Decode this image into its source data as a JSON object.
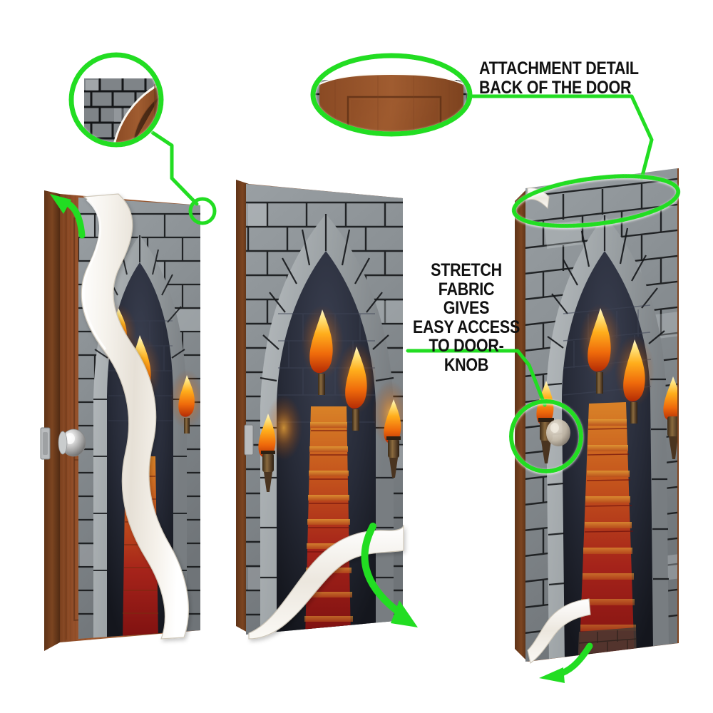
{
  "page": {
    "title": "Door Cover Product Infographic",
    "background": "#ffffff",
    "accent_green": "#22dd22",
    "text_color": "#111111",
    "wood_color": "#9a5227",
    "fabric_color": "#f2efe9",
    "stone_color": "#8d9196"
  },
  "callouts": {
    "attachment": {
      "line1": "ATTACHMENT DETAIL",
      "line2": "BACK OF THE DOOR",
      "text": "ATTACHMENT DETAIL\nBACK OF THE DOOR"
    },
    "stretch": {
      "line1": "STRETCH FABRIC",
      "line2": "GIVES",
      "line3": "EASY ACCESS",
      "line4": "TO DOOR-KNOB",
      "text": "STRETCH FABRIC\nGIVES\nEASY ACCESS\nTO DOOR-KNOB"
    }
  },
  "doors": [
    {
      "id": "door-left",
      "name": "door-partially-covered",
      "description": "Wooden door with white stretch fabric cover peeled back revealing castle archway print",
      "has_knob": true,
      "has_hinge": true,
      "cover_state": "partial"
    },
    {
      "id": "door-middle",
      "name": "door-covered-front",
      "description": "Door fully covered with castle archway printed stretch fabric, bottom flap lifted",
      "has_knob": false,
      "has_hinge": true,
      "cover_state": "full"
    },
    {
      "id": "door-right",
      "name": "door-covered-angled",
      "description": "Angled door fully covered with castle archway print showing knob bulge through fabric",
      "has_knob": true,
      "has_hinge": false,
      "cover_state": "full"
    }
  ],
  "zoom_bubbles": [
    {
      "id": "bubble-top-left",
      "name": "zoom-bubble-door-corner",
      "shape": "circle",
      "shows": "wood corner and stone fabric edge"
    },
    {
      "id": "bubble-top-center",
      "name": "zoom-bubble-door-back",
      "shape": "ellipse",
      "shows": "back of the door wood panel"
    },
    {
      "id": "ring-door-top",
      "name": "highlight-ring-door-top",
      "shape": "ellipse-ring",
      "shows": "fabric wraps over top of door"
    },
    {
      "id": "ring-door-knob",
      "name": "highlight-ring-door-knob",
      "shape": "circle-ring",
      "shows": "door knob bulge under stretch fabric"
    }
  ],
  "arrows": [
    {
      "id": "arrow-top-left",
      "name": "arrow-fabric-over-top",
      "direction": "up-left"
    },
    {
      "id": "arrow-bottom-middle",
      "name": "arrow-fabric-under-bottom",
      "direction": "down-right"
    },
    {
      "id": "arrow-bottom-right",
      "name": "arrow-fabric-under-bottom-2",
      "direction": "down-left"
    }
  ],
  "artwork": {
    "name": "castle-gothic-archway-stairs",
    "elements": [
      "stone wall",
      "pointed gothic arch",
      "red carpeted stone staircase",
      "wall torches with flames"
    ]
  }
}
